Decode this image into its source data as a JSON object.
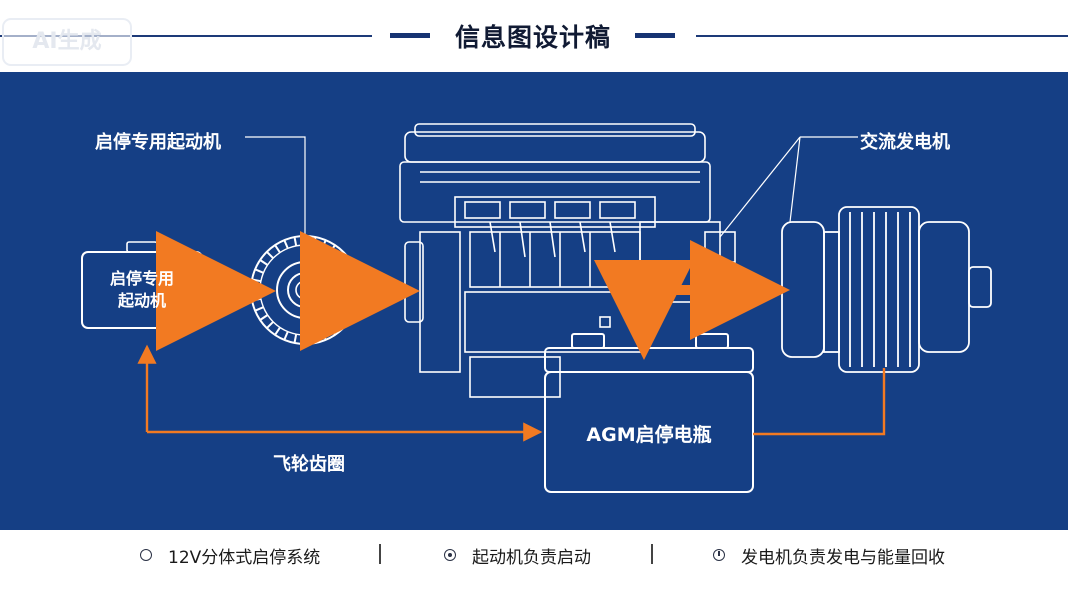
{
  "header": {
    "title": "信息图设计稿",
    "badge": "AI生成"
  },
  "diagram": {
    "starter_callout": "启停专用起动机",
    "starter_box": [
      "启停专用",
      "起动机"
    ],
    "alternator_callout": "交流发电机",
    "flywheel_label": "飞轮齿圈",
    "battery_label": "AGM启停电瓶"
  },
  "footer": {
    "items": [
      {
        "icon": "circle-icon",
        "text": "12V分体式启停系统"
      },
      {
        "icon": "target-icon",
        "text": "起动机负责启动"
      },
      {
        "icon": "power-icon",
        "text": "发电机负责发电与能量回收"
      }
    ]
  },
  "colors": {
    "panel": "#153f85",
    "line": "#ffffff",
    "arrow": "#f27a22",
    "title_bar": "#163372"
  }
}
